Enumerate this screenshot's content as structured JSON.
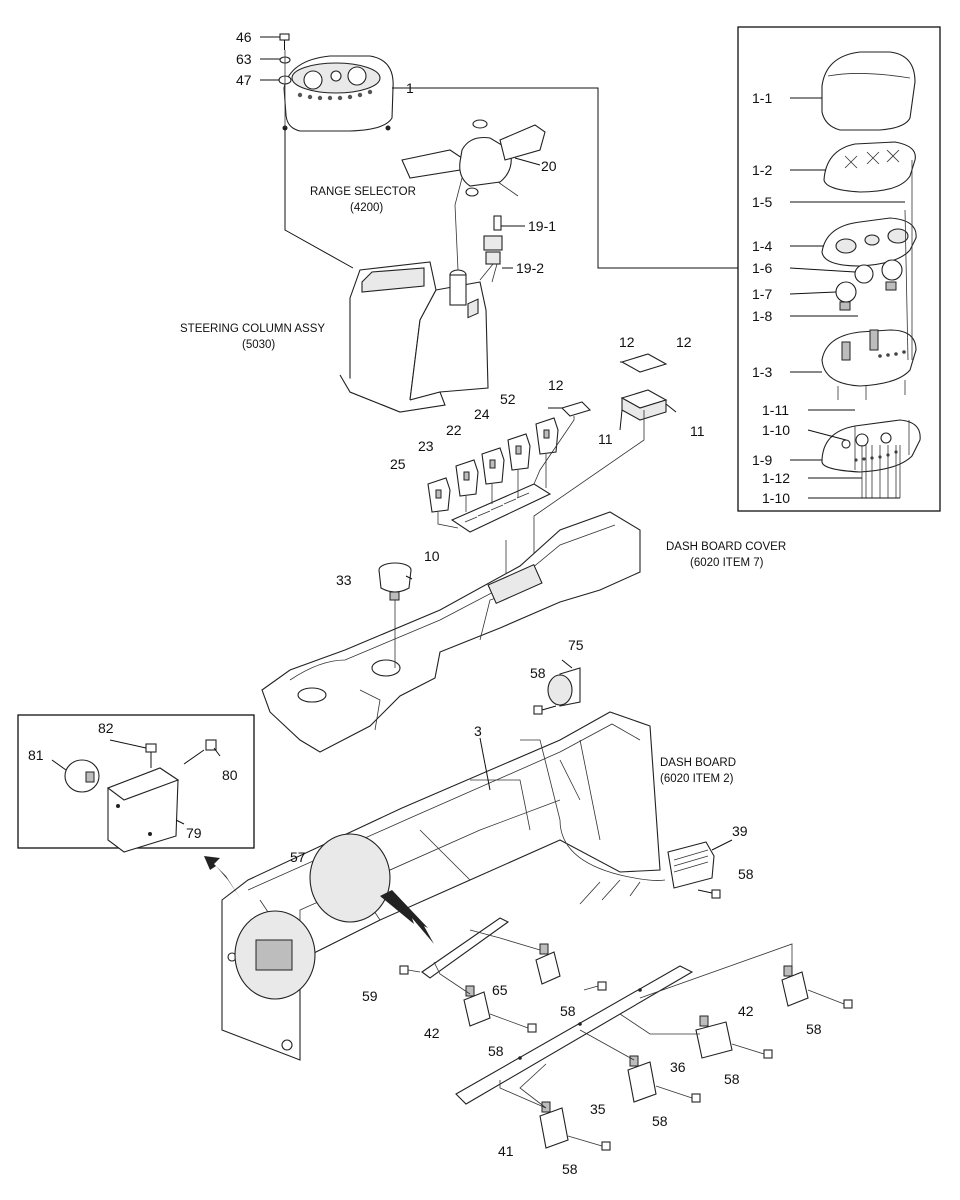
{
  "captions": {
    "range_selector": "RANGE SELECTOR",
    "range_selector_ref": "(4200)",
    "steering_column": "STEERING COLUMN ASSY",
    "steering_column_ref": "(5030)",
    "dash_board_cover": "DASH BOARD COVER",
    "dash_board_cover_ref": "(6020 ITEM 7)",
    "dash_board": "DASH BOARD",
    "dash_board_ref": "(6020 ITEM 2)"
  },
  "callouts": {
    "c46": "46",
    "c63": "63",
    "c47": "47",
    "c1": "1",
    "c20": "20",
    "c19_1": "19-1",
    "c19_2": "19-2",
    "c1_1": "1-1",
    "c1_2": "1-2",
    "c1_5": "1-5",
    "c1_4": "1-4",
    "c1_6": "1-6",
    "c1_7": "1-7",
    "c1_8": "1-8",
    "c1_3": "1-3",
    "c1_11": "1-11",
    "c1_10a": "1-10",
    "c1_9": "1-9",
    "c1_12": "1-12",
    "c1_10b": "1-10",
    "c12a": "12",
    "c12b": "12",
    "c12c": "12",
    "c52": "52",
    "c24": "24",
    "c22": "22",
    "c23": "23",
    "c25": "25",
    "c11a": "11",
    "c11b": "11",
    "c10": "10",
    "c33": "33",
    "c75": "75",
    "c58a": "58",
    "c3": "3",
    "c82": "82",
    "c81": "81",
    "c80": "80",
    "c79": "79",
    "c39": "39",
    "c58b": "58",
    "c57": "57",
    "c59": "59",
    "c65": "65",
    "c58c": "58",
    "c42a": "42",
    "c58d": "58",
    "c42b": "42",
    "c58e": "58",
    "c36": "36",
    "c58f": "58",
    "c35": "35",
    "c58g": "58",
    "c41": "41",
    "c58h": "58"
  }
}
